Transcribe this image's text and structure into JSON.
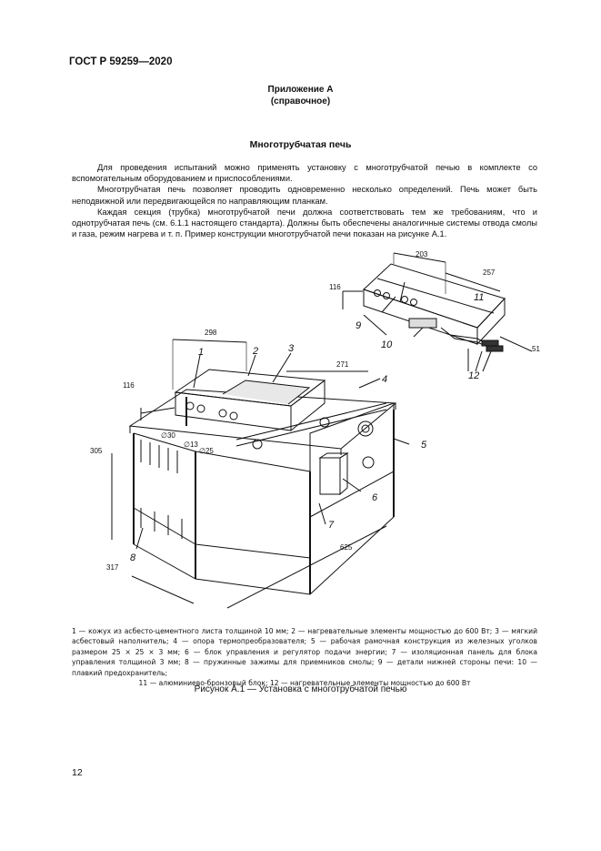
{
  "header": {
    "standard": "ГОСТ Р 59259—2020"
  },
  "appendix": {
    "title": "Приложение А",
    "subtitle": "(справочное)"
  },
  "section": {
    "title": "Многотрубчатая печь"
  },
  "paragraphs": [
    "Для проведения испытаний можно применять установку с многотрубчатой печью в комплекте со вспомогательным оборудованием и приспособлениями.",
    "Многотрубчатая печь позволяет проводить одновременно несколько определений. Печь может быть неподвижной или передвигающейся по направляющим планкам.",
    "Каждая секция (трубка) многотрубчатой печи должна соответствовать тем же требованиям, что и однотрубчатая печь (см. 6.1.1 настоящего стандарта). Должны быть обеспечены аналогичные системы отвода смолы и газа, режим нагрева и т. п. Пример конструкции многотрубчатой печи показан на рисунке А.1."
  ],
  "figure": {
    "dimensions": {
      "d203": "203",
      "d257": "257",
      "d116_top": "116",
      "d51": "51",
      "d298": "298",
      "d271": "271",
      "d116": "116",
      "d305": "305",
      "d30": "∅30",
      "d13": "∅13",
      "d25": "∅25",
      "d625": "625",
      "d317": "317"
    },
    "callouts": {
      "c1": "1",
      "c2": "2",
      "c3": "3",
      "c4": "4",
      "c5": "5",
      "c6": "6",
      "c7": "7",
      "c8": "8",
      "c9": "9",
      "c10": "10",
      "c11": "11",
      "c12": "12"
    }
  },
  "legend": {
    "line1": "1 — кожух из асбесто-цементного листа толщиной 10 мм; 2 — нагревательные элементы мощностью до 600 Вт; 3 — мягкий асбестовый наполнитель; 4 — опора термопреобразователя; 5 — рабочая рамочная конструкция из железных уголков размером 25 × 25 × 3 мм; 6 — блок управления и регулятор подачи энергии; 7 — изоляционная панель для блока управления толщиной 3 мм; 8 — пружинные зажимы для приемников смолы; 9 — детали нижней стороны печи: 10 — плавкий предохранитель;",
    "line2": "11 — алюминиево-бронзовый блок; 12 — нагревательные элементы мощностью до 600 Вт"
  },
  "figure_title": "Рисунок А.1 — Установка с многотрубчатой печью",
  "footer": {
    "page_number": "12"
  }
}
